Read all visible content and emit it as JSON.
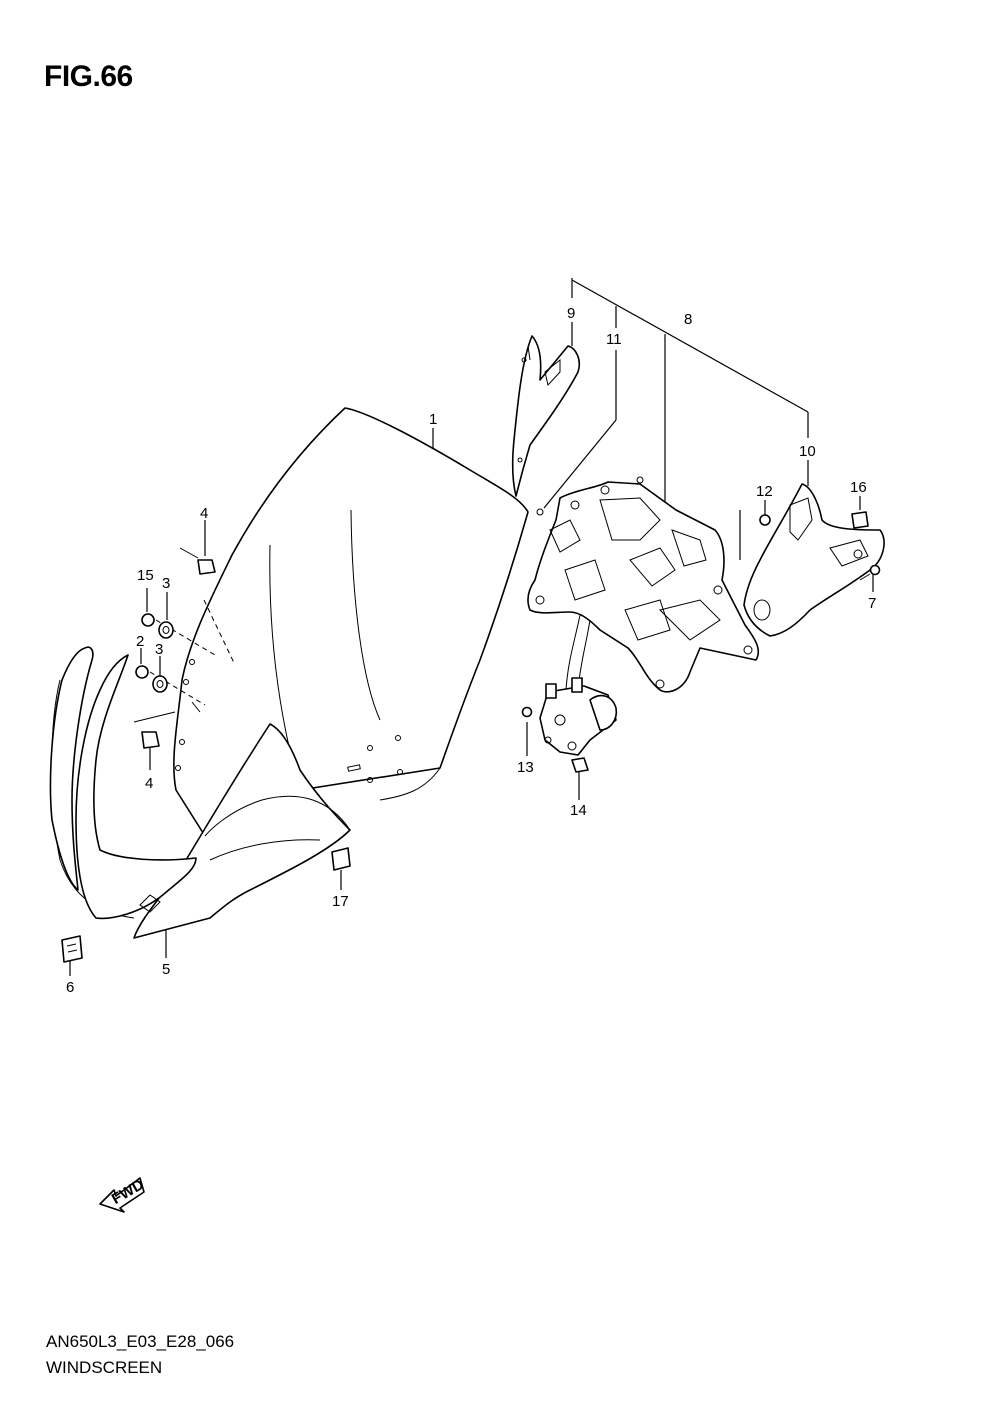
{
  "figure": {
    "title": "FIG.66",
    "code": "AN650L3_E03_E28_066",
    "name": "WINDSCREEN",
    "fwd_label": "FWD"
  },
  "callouts": {
    "c1": "1",
    "c2": "2",
    "c3a": "3",
    "c3b": "3",
    "c4a": "4",
    "c4b": "4",
    "c5": "5",
    "c6": "6",
    "c7": "7",
    "c8": "8",
    "c9": "9",
    "c10": "10",
    "c11": "11",
    "c12": "12",
    "c13": "13",
    "c14": "14",
    "c15": "15",
    "c16": "16",
    "c17": "17"
  }
}
